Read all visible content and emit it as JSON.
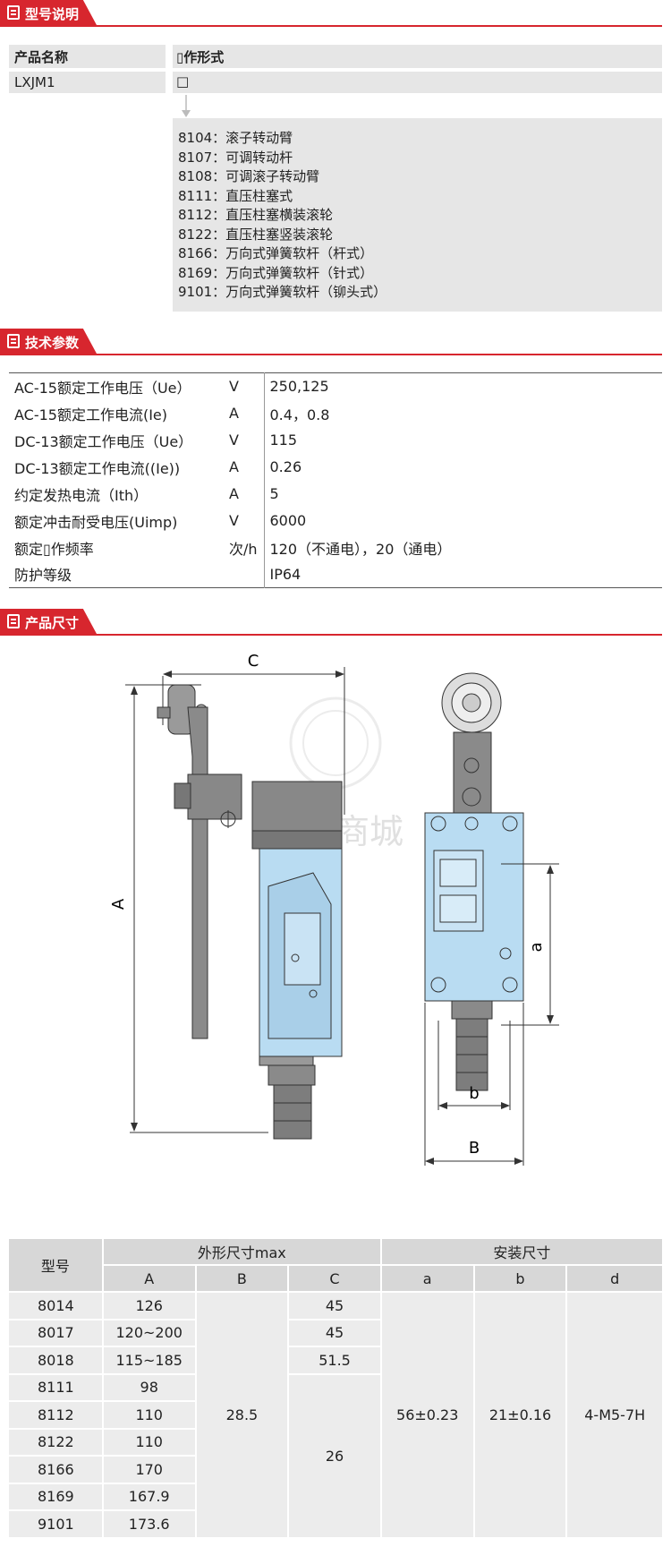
{
  "model_section": {
    "title": "型号说明",
    "product_name_label": "产品名称",
    "action_form_label": "▯作形式",
    "model_value": "LXJM1",
    "placeholder_box": "□",
    "options": [
      "8104：滚子转动臂",
      "8107：可调转动杆",
      "8108：可调滚子转动臂",
      "8111：直压柱塞式",
      "8112：直压柱塞横装滚轮",
      "8122：直压柱塞竖装滚轮",
      "8166：万向式弹簧软杆（杆式）",
      "8169：万向式弹簧软杆（针式）",
      "9101：万向式弹簧软杆（铆头式）"
    ]
  },
  "tech_section": {
    "title": "技术参数",
    "rows": [
      {
        "param": "AC-15额定工作电压（Ue）",
        "unit": "V",
        "value": "250,125"
      },
      {
        "param": "AC-15额定工作电流(Ie)",
        "unit": "A",
        "value": "0.4，0.8"
      },
      {
        "param": "DC-13额定工作电压（Ue）",
        "unit": "V",
        "value": "115"
      },
      {
        "param": "DC-13额定工作电流((Ie))",
        "unit": "A",
        "value": "0.26"
      },
      {
        "param": "约定发热电流（Ith）",
        "unit": "A",
        "value": "5"
      },
      {
        "param": "额定冲击耐受电压(Uimp)",
        "unit": "V",
        "value": "6000"
      },
      {
        "param": "额定▯作频率",
        "unit": "次/h",
        "value": "120（不通电），20（通电）"
      },
      {
        "param": "防护等级",
        "unit": "",
        "value": "IP64"
      }
    ]
  },
  "dim_section": {
    "title": "产品尺寸",
    "drawing_labels": {
      "A": "A",
      "B": "B",
      "C": "C",
      "a": "a",
      "b": "b"
    },
    "watermark": "阀采商城",
    "table": {
      "h_model": "型号",
      "h_outer": "外形尺寸max",
      "h_install": "安装尺寸",
      "sub": [
        "A",
        "B",
        "C",
        "a",
        "b",
        "d"
      ],
      "rows": [
        {
          "model": "8014",
          "A": "126"
        },
        {
          "model": "8017",
          "A": "120~200"
        },
        {
          "model": "8018",
          "A": "115~185"
        },
        {
          "model": "8111",
          "A": "98"
        },
        {
          "model": "8112",
          "A": "110"
        },
        {
          "model": "8122",
          "A": "110"
        },
        {
          "model": "8166",
          "A": "170"
        },
        {
          "model": "8169",
          "A": "167.9"
        },
        {
          "model": "9101",
          "A": "173.6"
        }
      ],
      "B_value": "28.5",
      "C_values": [
        "45",
        "45",
        "51.5",
        "26"
      ],
      "a_value": "56±0.23",
      "b_value": "21±0.16",
      "d_value": "4-M5-7H"
    }
  },
  "colors": {
    "accent": "#d7262e",
    "body_blue": "#b9dcf2",
    "metal": "#8a8a8a"
  }
}
